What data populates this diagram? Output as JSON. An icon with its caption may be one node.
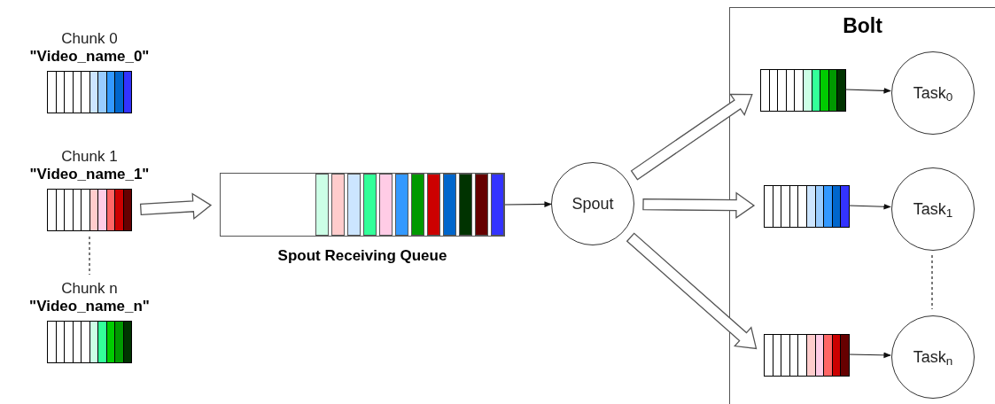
{
  "diagram": {
    "nodes": [
      {
        "text": [
          "Chunk 0",
          "\"Video_name_0\""
        ]
      },
      {
        "text": [
          "Chunk 1",
          "\"Video_name_1\""
        ]
      },
      {
        "text": [
          "Chunk n",
          "\"Video_name_n\""
        ]
      },
      {
        "text": [
          "Spout Receiving Queue"
        ]
      },
      {
        "text": [
          "Spout"
        ]
      },
      {
        "text": [
          "Bolt"
        ]
      },
      {
        "text": [],
        "shape": "box",
        "in": 5
      },
      {
        "text": [],
        "shape": "box",
        "in": 5
      },
      {
        "text": [],
        "shape": "box",
        "in": 5
      },
      {
        "text": [
          "Task$_{0}$"
        ],
        "in": 5
      },
      {
        "text": [
          "Task$_{1}$"
        ],
        "in": 5
      },
      {
        "text": [
          "Task$_{n}$"
        ],
        "in": 5
      }
    ],
    "edges": [
      {
        "from": 1,
        "to": 3,
        "arrow": "to",
        "style": "thick"
      },
      {
        "from": 3,
        "to": 4,
        "arrow": "to"
      },
      {
        "from": 4,
        "to": 6,
        "arrow": "to",
        "style": "thick"
      },
      {
        "from": 4,
        "to": 7,
        "arrow": "to",
        "style": "thick"
      },
      {
        "from": 4,
        "to": 8,
        "arrow": "to",
        "style": "thick"
      },
      {
        "from": 6,
        "to": 9,
        "arrow": "to"
      },
      {
        "from": 7,
        "to": 10,
        "arrow": "to"
      },
      {
        "from": 8,
        "to": 11,
        "arrow": "to"
      },
      {
        "from": 1,
        "to": 2,
        "arrow": "none",
        "style": "dashed"
      },
      {
        "from": 10,
        "to": 11,
        "arrow": "none",
        "style": "dashed"
      }
    ]
  }
}
